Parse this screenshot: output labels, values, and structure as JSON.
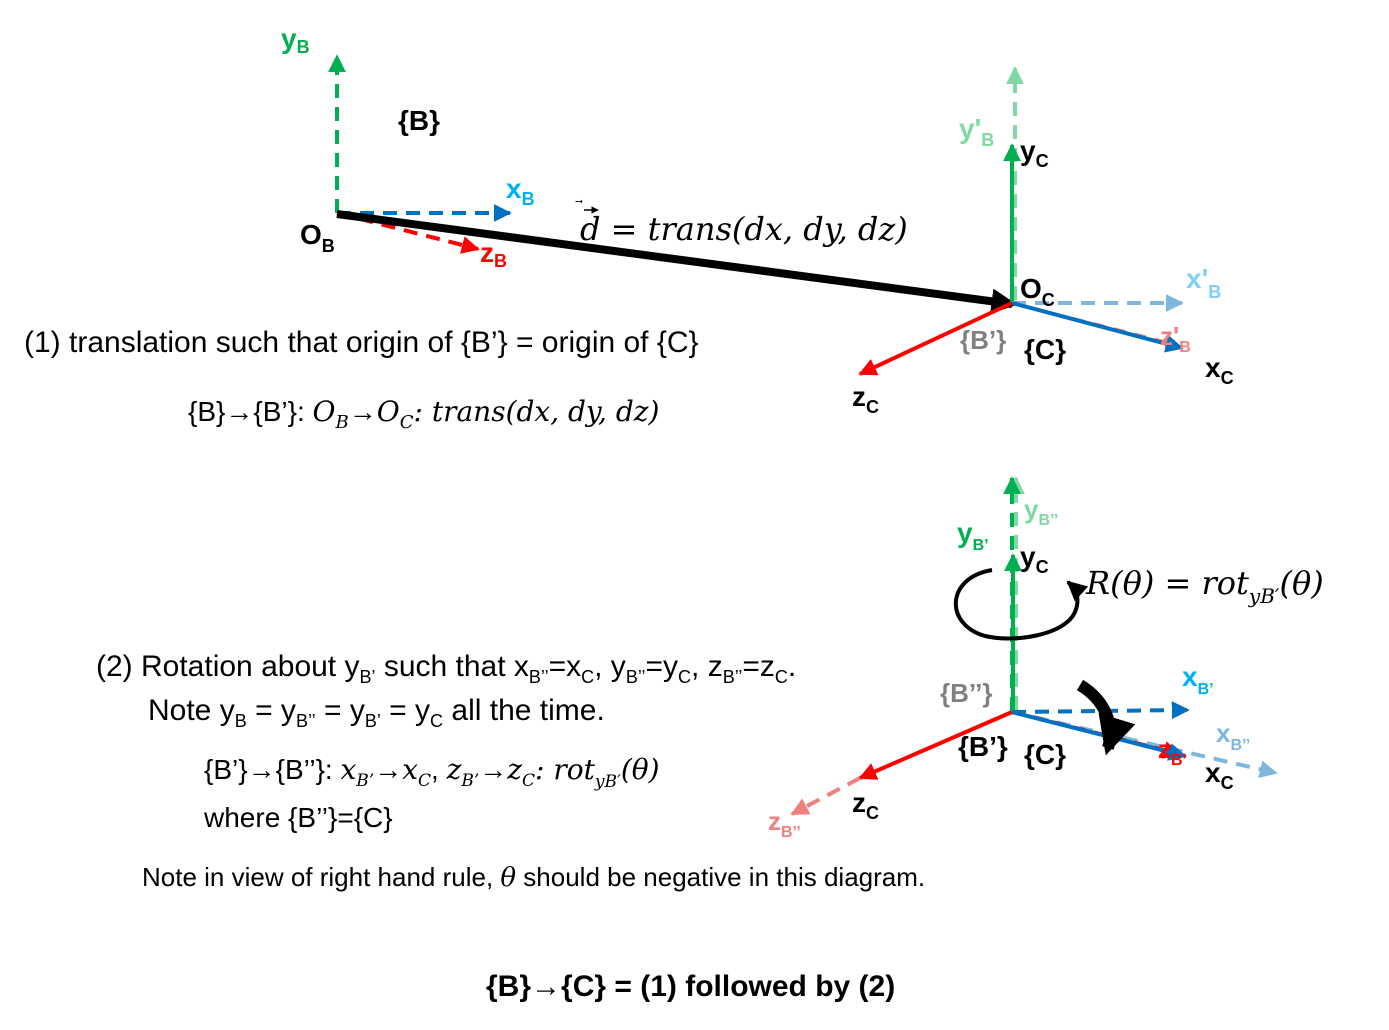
{
  "colors": {
    "green": "#00b050",
    "light_green": "#7fd9a3",
    "blue": "#0070c0",
    "cyan": "#00b0f0",
    "light_blue": "#7fb6de",
    "red": "#ff0000",
    "pink": "#f08080",
    "black": "#000000",
    "gray": "#808080"
  },
  "frame_b": {
    "title": "{B}",
    "y_axis": {
      "base": "y",
      "sub": "B"
    },
    "x_axis": {
      "base": "x",
      "sub": "B"
    },
    "z_axis": {
      "base": "z",
      "sub": "B"
    },
    "origin": {
      "base": "O",
      "sub": "B"
    }
  },
  "translation_vector": {
    "vec": "d",
    "expression": " = trans(dx, dy, dz)"
  },
  "frame_c_top": {
    "y_prime": {
      "base": "y'",
      "sub": "B"
    },
    "y_c": {
      "base": "y",
      "sub": "C"
    },
    "origin": {
      "base": "O",
      "sub": "C"
    },
    "x_prime": {
      "base": "x'",
      "sub": "B"
    },
    "z_prime": {
      "base": "z'",
      "sub": "B"
    },
    "x_c": {
      "base": "x",
      "sub": "C"
    },
    "z_c": {
      "base": "z",
      "sub": "C"
    },
    "frame_bprime": "{B’}",
    "frame_c": "{C}"
  },
  "step1": {
    "description": "(1) translation such that origin of {B’} = origin of {C}",
    "formula_prefix": "{B}→{B’}: ",
    "o_b": {
      "base": "O",
      "sub": "B"
    },
    "arrow": "→",
    "o_c": {
      "base": "O",
      "sub": "C"
    },
    "formula_suffix": ": trans(dx, dy, dz)"
  },
  "frame_c_bottom": {
    "y_bdouble": {
      "base": "y",
      "sub": "B’’"
    },
    "y_bprime": {
      "base": "y",
      "sub": "B’"
    },
    "y_c": {
      "base": "y",
      "sub": "C"
    },
    "rotation_label": "R(θ) = rot",
    "rotation_sub": "yB′",
    "rotation_arg": "(θ)",
    "x_bprime": {
      "base": "x",
      "sub": "B’"
    },
    "x_bdouble": {
      "base": "x",
      "sub": "B’’"
    },
    "z_bprime": {
      "base": "z",
      "sub": "B’"
    },
    "x_c": {
      "base": "x",
      "sub": "C"
    },
    "z_c": {
      "base": "z",
      "sub": "C"
    },
    "z_bdouble": {
      "base": "z",
      "sub": "B’’"
    },
    "frame_bdouble": "{B’’}",
    "frame_bprime": "{B’}",
    "frame_c": "{C}"
  },
  "step2": {
    "line1_prefix": "(2) Rotation about y",
    "line1_sub1": "B’",
    "line1_mid": " such that x",
    "line1_sub2": "B’’",
    "line1_eq1": "=x",
    "line1_sub3": "C",
    "line1_sep1": ", y",
    "line1_sub4": "B’’",
    "line1_eq2": "=y",
    "line1_sub5": "C",
    "line1_sep2": ", z",
    "line1_sub6": "B’’",
    "line1_eq3": "=z",
    "line1_sub7": "C",
    "line1_end": ".",
    "line2_prefix": "Note y",
    "line2_sub1": "B",
    "line2_eq1": " = y",
    "line2_sub2": "B’’",
    "line2_eq2": " = y",
    "line2_sub3": "B’",
    "line2_eq3": " = y",
    "line2_sub4": "C",
    "line2_end": " all the time.",
    "formula_prefix": "{B’}→{B’’}: ",
    "f_x": "x",
    "f_x_sub": "B’",
    "f_arrow1": "→",
    "f_xc": "x",
    "f_xc_sub": "C",
    "f_comma": ", ",
    "f_z": "z",
    "f_z_sub": "B’",
    "f_arrow2": "→",
    "f_zc": "z",
    "f_zc_sub": "C",
    "f_rot": ": rot",
    "f_rot_sub": "yB′",
    "f_rot_arg": "(θ)",
    "where": "where {B’’}={C}"
  },
  "note": {
    "prefix": "Note in view of right hand rule, ",
    "theta": "θ",
    "suffix": " should be negative in this diagram."
  },
  "conclusion": "{B}→{C} = (1) followed by (2)"
}
